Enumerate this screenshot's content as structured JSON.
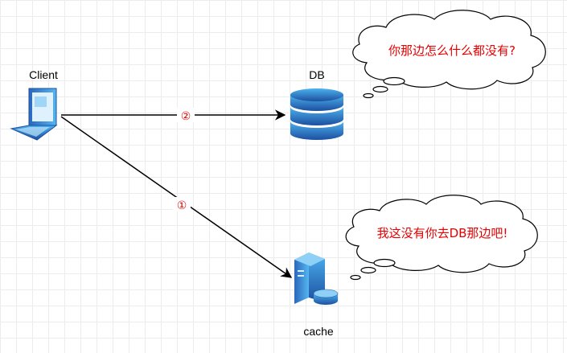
{
  "nodes": {
    "client": {
      "label": "Client"
    },
    "db": {
      "label": "DB"
    },
    "cache": {
      "label": "cache"
    }
  },
  "edges": {
    "client_to_db": {
      "label": "②"
    },
    "client_to_cache": {
      "label": "①"
    }
  },
  "clouds": {
    "db_thought": {
      "text": "你那边怎么什么都没有?"
    },
    "cache_thought": {
      "text": "我这没有你去DB那边吧!"
    }
  },
  "colors": {
    "icon_blue": "#1f56a8",
    "icon_light": "#3fa3e8",
    "annotation_red": "#e60000",
    "edge": "#000000"
  }
}
